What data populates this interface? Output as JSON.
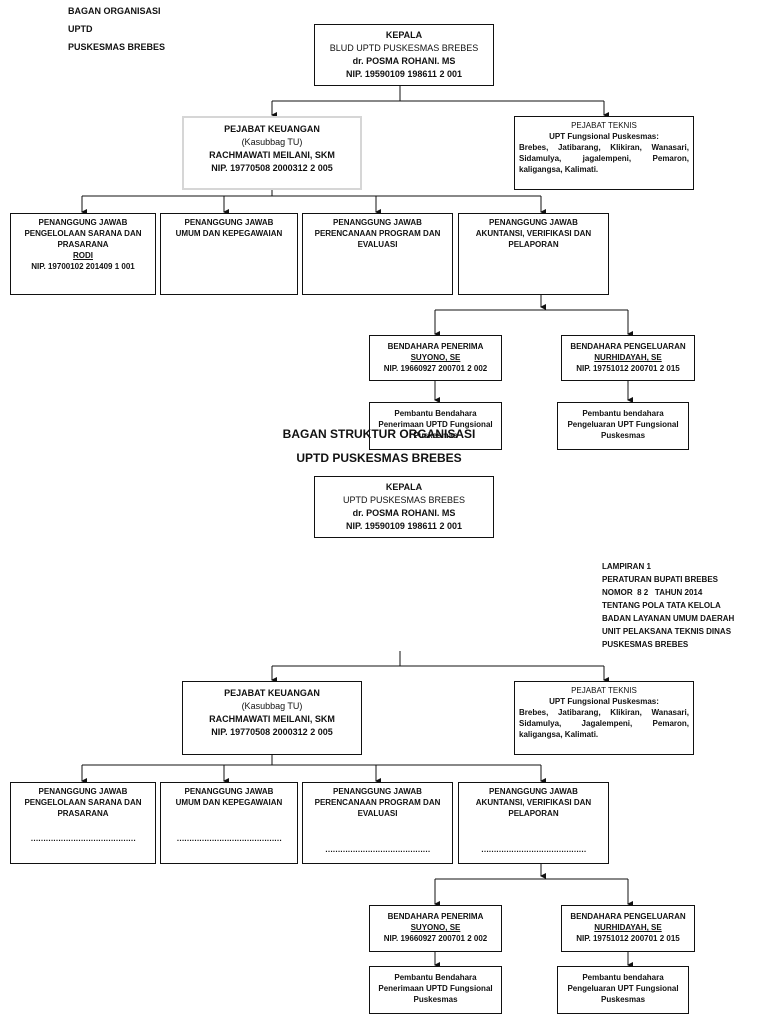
{
  "header": {
    "line1": "BAGAN ORGANISASI",
    "line2": "UPTD",
    "line3": "PUSKESMAS BREBES"
  },
  "chart1": {
    "kepala": {
      "title": "KEPALA",
      "org": "BLUD UPTD PUSKESMAS BREBES",
      "name": "dr. POSMA ROHANI. MS",
      "nip": "NIP. 19590109 198611 2 001"
    },
    "keuangan": {
      "title": "PEJABAT KEUANGAN",
      "sub": "(Kasubbag TU)",
      "name": "RACHMAWATI MEILANI, SKM",
      "nip": "NIP. 19770508 2000312 2 005"
    },
    "teknis": {
      "title": "PEJABAT TEKNIS",
      "sub": "UPT Fungsional Puskesmas:",
      "list": "Brebes, Jatibarang, Klikiran, Wanasari, Sidamulya, jagalempeni, Pemaron, kaligangsa, Kalimati."
    },
    "pj1": {
      "title": "PENANGGUNG JAWAB",
      "body": "PENGELOLAAN SARANA DAN PRASARANA",
      "name": "RODI",
      "nip": "NIP. 19700102 201409 1 001"
    },
    "pj2": {
      "title": "PENANGGUNG JAWAB",
      "body": "UMUM DAN KEPEGAWAIAN"
    },
    "pj3": {
      "title": "PENANGGUNG JAWAB",
      "body": "PERENCANAAN PROGRAM DAN EVALUASI"
    },
    "pj4": {
      "title": "PENANGGUNG JAWAB",
      "body": "AKUNTANSI, VERIFIKASI DAN PELAPORAN"
    },
    "penerima": {
      "title": "BENDAHARA PENERIMA",
      "name": "SUYONO, SE",
      "nip": "NIP. 19660927 200701 2 002"
    },
    "pengeluaran": {
      "title": "BENDAHARA PENGELUARAN",
      "name": "NURHIDAYAH, SE",
      "nip": "NIP. 19751012 200701 2 015"
    },
    "pembantu_penerima": {
      "line1": "Pembantu Bendahara",
      "line2": "Penerimaan UPTD Fungsional",
      "line3": "Puskesmas"
    },
    "pembantu_pengeluaran": {
      "line1": "Pembantu bendahara",
      "line2": "Pengeluaran UPT Fungsional",
      "line3": "Puskesmas"
    }
  },
  "chart2": {
    "title1": "BAGAN STRUKTUR ORGANISASI",
    "title2": "UPTD PUSKESMAS BREBES",
    "kepala": {
      "title": "KEPALA",
      "org": "UPTD PUSKESMAS BREBES",
      "name": "dr. POSMA ROHANI. MS",
      "nip": "NIP. 19590109 198611 2 001"
    },
    "lampiran": [
      "LAMPIRAN 1",
      "PERATURAN BUPATI BREBES",
      "NOMOR  8 2   TAHUN 2014",
      "TENTANG POLA TATA KELOLA",
      "BADAN LAYANAN UMUM DAERAH",
      "UNIT PELAKSANA TEKNIS DINAS",
      "PUSKESMAS BREBES"
    ],
    "keuangan": {
      "title": "PEJABAT KEUANGAN",
      "sub": "(Kasubbag TU)",
      "name": "RACHMAWATI MEILANI, SKM",
      "nip": "NIP. 19770508 2000312 2 005"
    },
    "teknis": {
      "title": "PEJABAT TEKNIS",
      "sub": "UPT Fungsional Puskesmas:",
      "list": "Brebes, Jatibarang, Klikiran, Wanasari, Sidamulya, Jagalempeni, Pemaron, kaligangsa, Kalimati."
    },
    "pj1": {
      "title": "PENANGGUNG JAWAB",
      "body": "PENGELOLAAN SARANA DAN PRASARANA",
      "blank": "……………………………………"
    },
    "pj2": {
      "title": "PENANGGUNG JAWAB",
      "body": "UMUM DAN KEPEGAWAIAN",
      "blank": "……………………………………"
    },
    "pj3": {
      "title": "PENANGGUNG JAWAB",
      "body": "PERENCANAAN PROGRAM DAN EVALUASI",
      "blank": "……………………………………"
    },
    "pj4": {
      "title": "PENANGGUNG JAWAB",
      "body": "AKUNTANSI, VERIFIKASI DAN PELAPORAN",
      "blank": "……………………………………"
    },
    "penerima": {
      "title": "BENDAHARA PENERIMA",
      "name": "SUYONO, SE",
      "nip": "NIP. 19660927 200701 2 002"
    },
    "pengeluaran": {
      "title": "BENDAHARA PENGELUARAN",
      "name": "NURHIDAYAH, SE",
      "nip": "NIP. 19751012 200701 2 015"
    },
    "pembantu_penerima": {
      "line1": "Pembantu Bendahara",
      "line2": "Penerimaan UPTD Fungsional",
      "line3": "Puskesmas"
    },
    "pembantu_pengeluaran": {
      "line1": "Pembantu bendahara",
      "line2": "Pengeluaran UPT Fungsional",
      "line3": "Puskesmas"
    }
  },
  "colors": {
    "line": "#111111",
    "faded_border": "#d6d6d6"
  }
}
